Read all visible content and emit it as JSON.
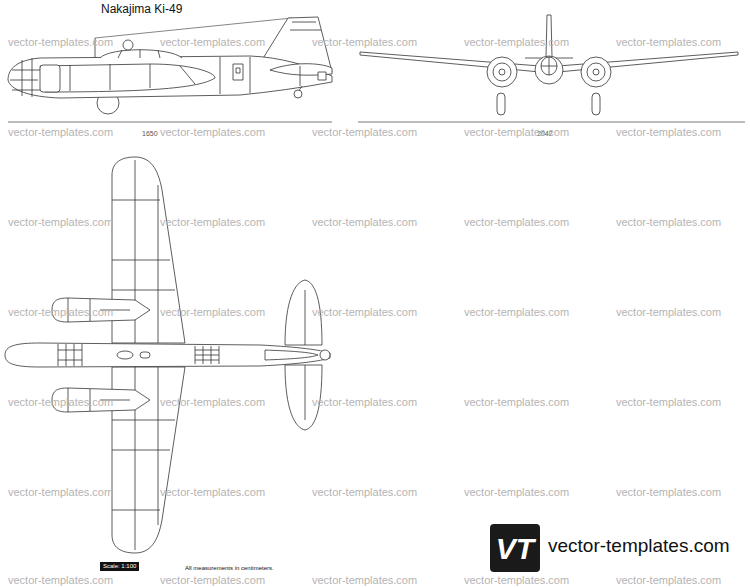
{
  "diagram": {
    "title": "Nakajima Ki-49",
    "labels": [
      "1650",
      "2042",
      "Scale: 1:100",
      "All measurements in centimeters.",
      "VT",
      "vector-templates.com",
      "vector-templates.com",
      "vector-templates.com",
      "vector-templates.com",
      "vector-templates.com",
      "vector-templates.com",
      "vector-templates.com",
      "vector-templates.com",
      "vector-templates.com",
      "vector-templates.com",
      "vector-templates.com",
      "vector-templates.com",
      "vector-templates.com",
      "vector-templates.com",
      "vector-templates.com",
      "vector-templates.com",
      "vector-templates.com",
      "vector-templates.com",
      "vector-templates.com",
      "vector-templates.com",
      "vector-templates.com",
      "vector-templates.com",
      "vector-templates.com",
      "vector-templates.com",
      "vector-templates.com",
      "vector-templates.com",
      "vector-templates.com",
      "vector-templates.com",
      "vector-templates.com",
      "vector-templates.com",
      "vector-templates.com",
      "vector-templates.com",
      "vector-templates.com",
      "vector-templates.com",
      "vector-templates.com",
      "vector-templates.com"
    ]
  }
}
